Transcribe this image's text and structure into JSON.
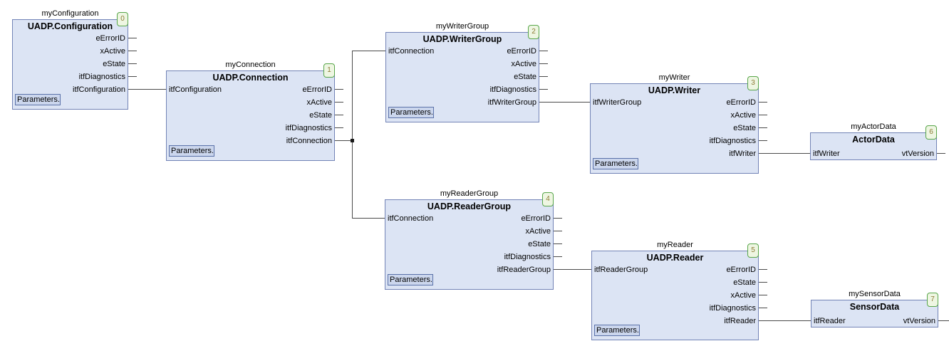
{
  "diagram": {
    "blocks": [
      {
        "id": "configuration",
        "instance": "myConfiguration",
        "type": "UADP.Configuration",
        "badge": "0",
        "inputs": [],
        "outputs": [
          "eErrorID",
          "xActive",
          "eState",
          "itfDiagnostics",
          "itfConfiguration"
        ],
        "parameters_label": "Parameters..."
      },
      {
        "id": "connection",
        "instance": "myConnection",
        "type": "UADP.Connection",
        "badge": "1",
        "inputs": [
          "itfConfiguration"
        ],
        "outputs": [
          "eErrorID",
          "xActive",
          "eState",
          "itfDiagnostics",
          "itfConnection"
        ],
        "parameters_label": "Parameters..."
      },
      {
        "id": "writergroup",
        "instance": "myWriterGroup",
        "type": "UADP.WriterGroup",
        "badge": "2",
        "inputs": [
          "itfConnection"
        ],
        "outputs": [
          "eErrorID",
          "xActive",
          "eState",
          "itfDiagnostics",
          "itfWriterGroup"
        ],
        "parameters_label": "Parameters..."
      },
      {
        "id": "writer",
        "instance": "myWriter",
        "type": "UADP.Writer",
        "badge": "3",
        "inputs": [
          "itfWriterGroup"
        ],
        "outputs": [
          "eErrorID",
          "xActive",
          "eState",
          "itfDiagnostics",
          "itfWriter"
        ],
        "parameters_label": "Parameters..."
      },
      {
        "id": "actordata",
        "instance": "myActorData",
        "type": "ActorData",
        "badge": "6",
        "inputs": [
          "itfWriter"
        ],
        "outputs": [
          "vtVersion"
        ]
      },
      {
        "id": "readergroup",
        "instance": "myReaderGroup",
        "type": "UADP.ReaderGroup",
        "badge": "4",
        "inputs": [
          "itfConnection"
        ],
        "outputs": [
          "eErrorID",
          "xActive",
          "eState",
          "itfDiagnostics",
          "itfReaderGroup"
        ],
        "parameters_label": "Parameters..."
      },
      {
        "id": "reader",
        "instance": "myReader",
        "type": "UADP.Reader",
        "badge": "5",
        "inputs": [
          "itfReaderGroup"
        ],
        "outputs": [
          "eErrorID",
          "eState",
          "xActive",
          "itfDiagnostics",
          "itfReader"
        ],
        "parameters_label": "Parameters..."
      },
      {
        "id": "sensordata",
        "instance": "mySensorData",
        "type": "SensorData",
        "badge": "7",
        "inputs": [
          "itfReader"
        ],
        "outputs": [
          "vtVersion"
        ]
      }
    ],
    "connections": [
      {
        "from": "myConfiguration.itfConfiguration",
        "to": "myConnection.itfConfiguration"
      },
      {
        "from": "myConnection.itfConnection",
        "to": "myWriterGroup.itfConnection"
      },
      {
        "from": "myConnection.itfConnection",
        "to": "myReaderGroup.itfConnection"
      },
      {
        "from": "myWriterGroup.itfWriterGroup",
        "to": "myWriter.itfWriterGroup"
      },
      {
        "from": "myWriter.itfWriter",
        "to": "myActorData.itfWriter"
      },
      {
        "from": "myReaderGroup.itfReaderGroup",
        "to": "myReader.itfReaderGroup"
      },
      {
        "from": "myReader.itfReader",
        "to": "mySensorData.itfReader"
      }
    ],
    "colors": {
      "block_fill": "#dce4f4",
      "block_border": "#7283b6",
      "wire": "#4a4a4a",
      "badge_fill": "#eef6e2",
      "badge_border": "#58a64a",
      "badge_text": "#8c7b35",
      "button_fill": "#cbd6ed",
      "button_border": "#5a71a8",
      "background": "#ffffff"
    }
  }
}
